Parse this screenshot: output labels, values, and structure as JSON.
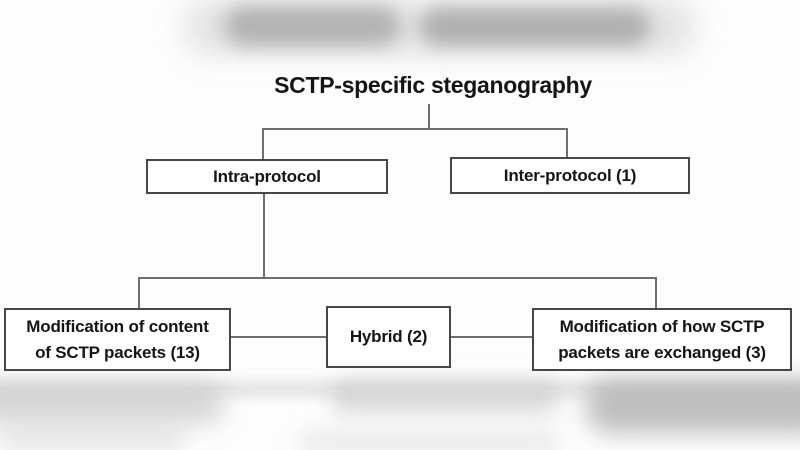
{
  "colors": {
    "background": "#fdfdfd",
    "line": "#6e6e6e",
    "box_border": "#474747",
    "box_fill": "#ffffff",
    "text": "#151515",
    "blur": "#bdbdbd"
  },
  "diagram": {
    "title": "SCTP-specific steganography",
    "tier1": {
      "intra": {
        "lines": [
          "Intra-protocol"
        ]
      },
      "inter": {
        "lines": [
          "Inter-protocol (1)"
        ]
      }
    },
    "tier2": {
      "content": {
        "lines": [
          "Modification of content",
          "of SCTP packets (13)"
        ]
      },
      "hybrid": {
        "lines": [
          "Hybrid (2)"
        ]
      },
      "exchange": {
        "lines": [
          "Modification of how SCTP",
          "packets are exchanged (3)"
        ]
      }
    }
  }
}
